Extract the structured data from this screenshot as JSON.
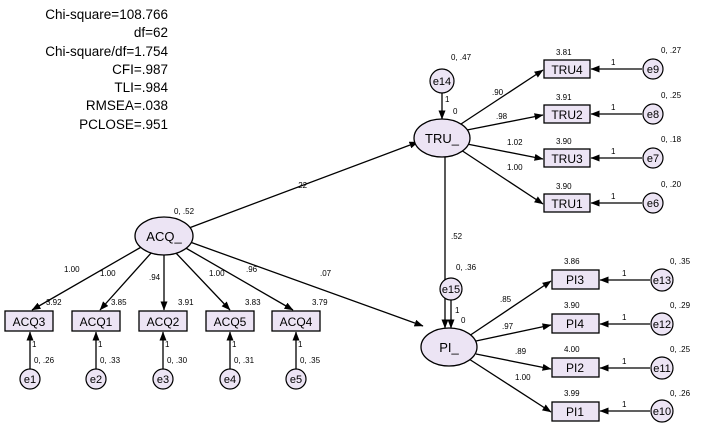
{
  "fit_stats": [
    "Chi-square=108.766",
    "df=62",
    "Chi-square/df=1.754",
    "CFI=.987",
    "TLI=.984",
    "RMSEA=.038",
    "PCLOSE=.951"
  ],
  "latents": {
    "acq": {
      "label": "ACQ_",
      "variance": "0, .52"
    },
    "tru": {
      "label": "TRU_",
      "intercept": "0"
    },
    "pi": {
      "label": "PI_",
      "intercept": "0"
    }
  },
  "indicators": {
    "acq3": {
      "label": "ACQ3",
      "intercept": "3.92",
      "loading": "1.00",
      "error": "e1",
      "error_stats": "0, .26"
    },
    "acq1": {
      "label": "ACQ1",
      "intercept": "3.85",
      "loading": "1.00",
      "error": "e2",
      "error_stats": "0, .33"
    },
    "acq2": {
      "label": "ACQ2",
      "intercept": "3.91",
      "loading": ".94",
      "error": "e3",
      "error_stats": "0, .30"
    },
    "acq5": {
      "label": "ACQ5",
      "intercept": "3.83",
      "loading": "1.00",
      "error": "e4",
      "error_stats": "0, .31"
    },
    "acq4": {
      "label": "ACQ4",
      "intercept": "3.79",
      "loading": ".96",
      "error": "e5",
      "error_stats": "0, .35"
    },
    "tru4": {
      "label": "TRU4",
      "intercept": "3.81",
      "loading": ".90",
      "error": "e9",
      "error_stats": "0, .27"
    },
    "tru2": {
      "label": "TRU2",
      "intercept": "3.91",
      "loading": ".98",
      "error": "e8",
      "error_stats": "0, .25"
    },
    "tru3": {
      "label": "TRU3",
      "intercept": "3.90",
      "loading": "1.02",
      "error": "e7",
      "error_stats": "0, .18"
    },
    "tru1": {
      "label": "TRU1",
      "intercept": "3.90",
      "loading": "1.00",
      "error": "e6",
      "error_stats": "0, .20"
    },
    "pi3": {
      "label": "PI3",
      "intercept": "3.86",
      "loading": ".85",
      "error": "e13",
      "error_stats": "0, .35"
    },
    "pi4": {
      "label": "PI4",
      "intercept": "3.90",
      "loading": ".97",
      "error": "e12",
      "error_stats": "0, .29"
    },
    "pi2": {
      "label": "PI2",
      "intercept": "4.00",
      "loading": ".89",
      "error": "e11",
      "error_stats": "0, .25"
    },
    "pi1": {
      "label": "PI1",
      "intercept": "3.99",
      "loading": "1.00",
      "error": "e10",
      "error_stats": "0, .26"
    }
  },
  "disturbances": {
    "e14": {
      "label": "e14",
      "stats": "0, .47"
    },
    "e15": {
      "label": "e15",
      "stats": "0, .36"
    }
  },
  "paths": {
    "acq_tru": ".22",
    "acq_pi": ".07",
    "tru_pi": ".52"
  },
  "fixed_weight": "1"
}
